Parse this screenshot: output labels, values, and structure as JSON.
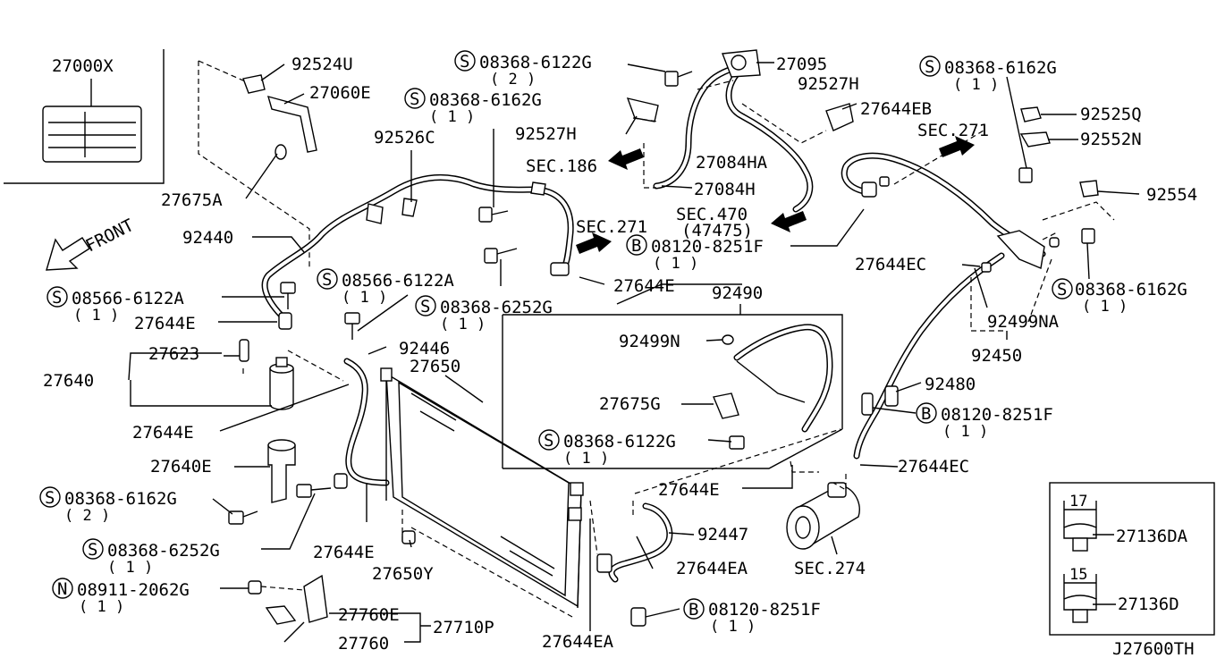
{
  "labels": {
    "l_27000x": "27000X",
    "l_92524u": "92524U",
    "l_27060e": "27060E",
    "l_27675a": "27675A",
    "l_front": "FRONT",
    "l_92440": "92440",
    "l_08566a": "08566-6122A",
    "l_08566a_q": "( 1 )",
    "l_27644e_1": "27644E",
    "l_27640": "27640",
    "l_27623": "27623",
    "l_27644e_2": "27644E",
    "l_27640e": "27640E",
    "l_08368_6162g_l": "08368-6162G",
    "l_08368_6162g_l_q": "( 2 )",
    "l_08368_6252g_l": "08368-6252G",
    "l_08368_6252g_l_q": "( 1 )",
    "l_08911": "08911-2062G",
    "l_08911_q": "( 1 )",
    "l_27760e": "27760E",
    "l_27760": "27760",
    "l_27710p": "27710P",
    "l_92526c": "92526C",
    "l_08368_6162g_c": "08368-6162G",
    "l_08368_6162g_c_q": "( 1 )",
    "l_08368_6122g_t": "08368-6122G",
    "l_08368_6122g_t_q": "( 2 )",
    "l_92527h_1": "92527H",
    "l_sec186": "SEC.186",
    "l_27095": "27095",
    "l_92527h_2": "92527H",
    "l_27644eb": "27644EB",
    "l_27084ha": "27084HA",
    "l_27084h": "27084H",
    "l_sec470": "SEC.470",
    "l_sec470_sub": "(47475)",
    "l_sec271_a": "SEC.271",
    "l_08120_a": "08120-8251F",
    "l_08120_a_q": "( 1 )",
    "l_27644e_3": "27644E",
    "l_08566b": "08566-6122A",
    "l_08566b_q": "( 1 )",
    "l_08368_6252g_c": "08368-6252G",
    "l_08368_6252g_c_q": "( 1 )",
    "l_92446": "92446",
    "l_27650": "27650",
    "l_92490": "92490",
    "l_92499n": "92499N",
    "l_27675g": "27675G",
    "l_08368_6122g_c": "08368-6122G",
    "l_08368_6122g_c_q": "( 1 )",
    "l_27644e_4": "27644E",
    "l_92447": "92447",
    "l_27644ea_1": "27644EA",
    "l_27644e_5": "27644E",
    "l_27650y": "27650Y",
    "l_08120_b": "08120-8251F",
    "l_08120_b_q": "( 1 )",
    "l_27644ea_2": "27644EA",
    "l_sec274": "SEC.274",
    "l_08368_6162g_r1": "08368-6162G",
    "l_08368_6162g_r1_q": "( 1 )",
    "l_92525q": "92525Q",
    "l_92552n": "92552N",
    "l_sec271_b": "SEC.271",
    "l_92554": "92554",
    "l_27644ec_1": "27644EC",
    "l_08368_6162g_r2": "08368-6162G",
    "l_08368_6162g_r2_q": "( 1 )",
    "l_92499na": "92499NA",
    "l_92450": "92450",
    "l_92480": "92480",
    "l_08120_c": "08120-8251F",
    "l_08120_c_q": "( 1 )",
    "l_27644ec_2": "27644EC",
    "l_dim17": "17",
    "l_27136da": "27136DA",
    "l_dim15": "15",
    "l_27136d": "27136D",
    "l_code": "J27600TH"
  },
  "markers": {
    "s": "S",
    "b": "B",
    "n": "N"
  }
}
